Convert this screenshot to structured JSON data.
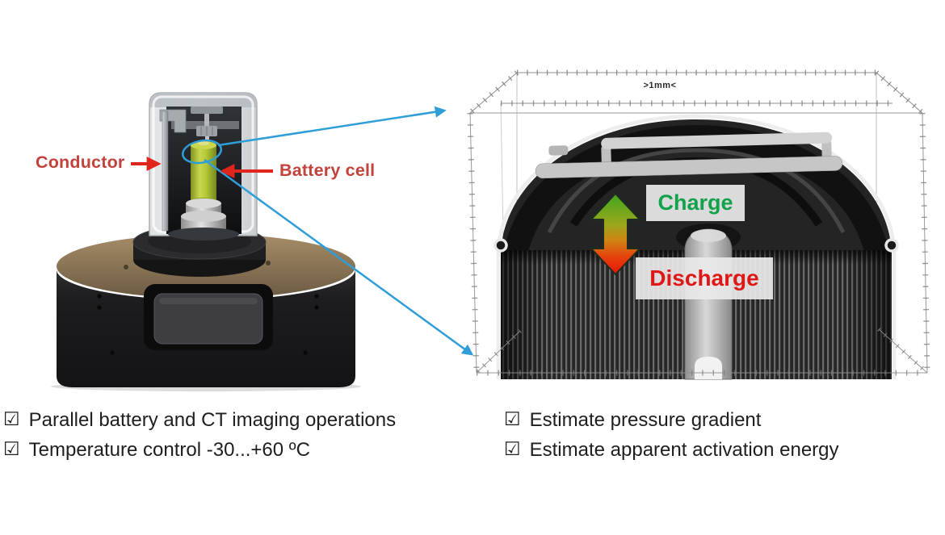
{
  "apparatus": {
    "conductor_label": "Conductor",
    "battery_cell_label": "Battery cell"
  },
  "ct_view": {
    "scale_label": ">1mm<",
    "charge_label": "Charge",
    "discharge_label": "Discharge"
  },
  "checklist": {
    "checkbox_glyph": "☑",
    "left": [
      "Parallel battery and CT imaging operations",
      "Temperature control -30...+60 ºC"
    ],
    "right": [
      "Estimate pressure gradient",
      "Estimate apparent activation energy"
    ]
  },
  "colors": {
    "annotation_red": "#c2423c",
    "arrow_red": "#e0251c",
    "callout_blue": "#2f9ed8",
    "charge_green": "#13a24c",
    "discharge_red": "#e01717",
    "battery_green": "#b5c837",
    "label_box_gray": "#e9e9e9"
  }
}
